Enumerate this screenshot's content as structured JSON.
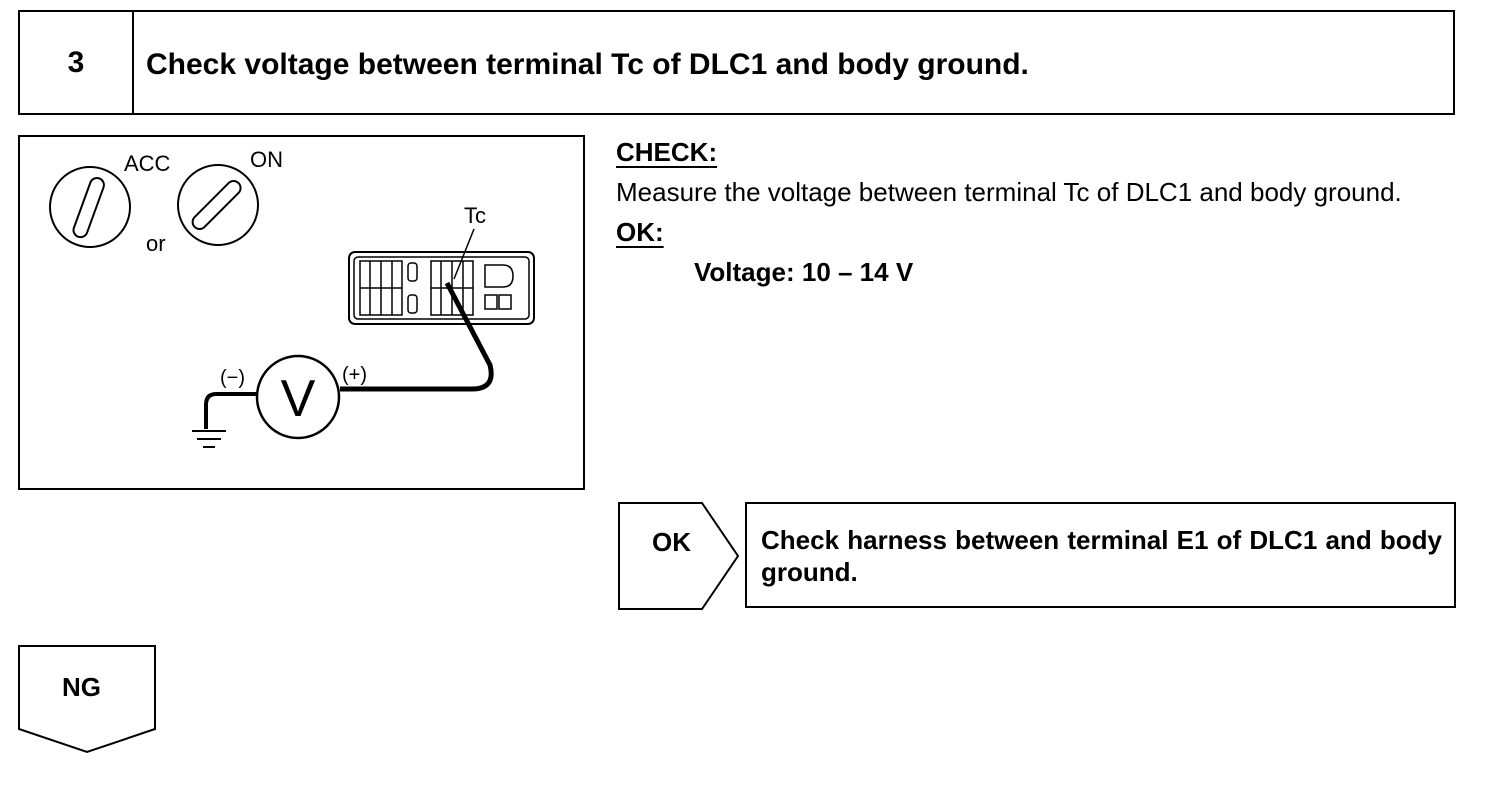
{
  "step": {
    "number": "3",
    "title": "Check voltage between terminal Tc of DLC1 and body ground."
  },
  "diagram": {
    "ignition_label_acc": "ACC",
    "ignition_label_on": "ON",
    "or_label": "or",
    "terminal_label": "Tc",
    "negative_label": "(−)",
    "positive_label": "(+)",
    "meter_symbol": "V"
  },
  "check": {
    "heading": "CHECK:",
    "text": "Measure the voltage between terminal Tc of DLC1 and body ground."
  },
  "ok_spec": {
    "heading": "OK:",
    "value": "Voltage: 10 – 14 V"
  },
  "ok_branch": {
    "label": "OK",
    "action": "Check harness between terminal E1 of DLC1 and body ground."
  },
  "ng_branch": {
    "label": "NG"
  }
}
